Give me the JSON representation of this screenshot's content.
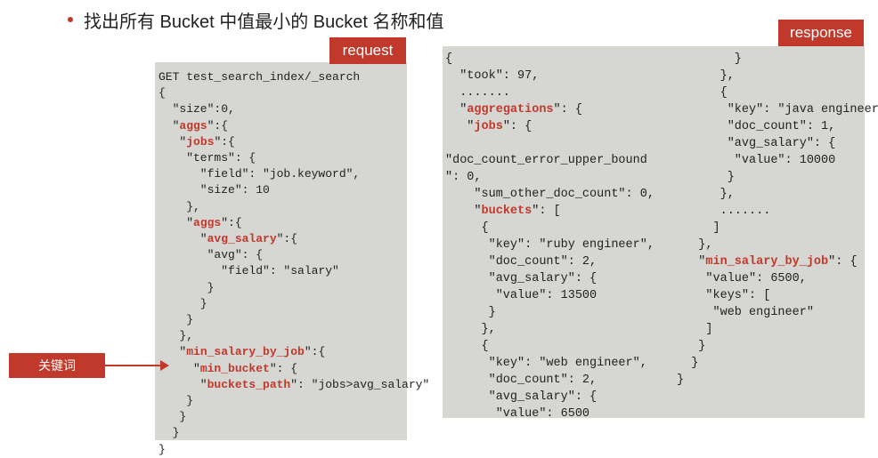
{
  "title": "找出所有 Bucket 中值最小的 Bucket 名称和值",
  "labels": {
    "request": "request",
    "response": "response",
    "keyword": "关键词"
  },
  "request_lines": [
    [
      {
        "t": "GET test_search_index/_search"
      }
    ],
    [
      {
        "t": "{"
      }
    ],
    [
      {
        "t": "  \"size\":0,"
      }
    ],
    [
      {
        "t": "  \""
      },
      {
        "t": "aggs",
        "k": true
      },
      {
        "t": "\":{"
      }
    ],
    [
      {
        "t": "   \""
      },
      {
        "t": "jobs",
        "k": true
      },
      {
        "t": "\":{"
      }
    ],
    [
      {
        "t": "    \"terms\": {"
      }
    ],
    [
      {
        "t": "      \"field\": \"job.keyword\","
      }
    ],
    [
      {
        "t": "      \"size\": 10"
      }
    ],
    [
      {
        "t": "    },"
      }
    ],
    [
      {
        "t": "    \""
      },
      {
        "t": "aggs",
        "k": true
      },
      {
        "t": "\":{"
      }
    ],
    [
      {
        "t": "      \""
      },
      {
        "t": "avg_salary",
        "k": true
      },
      {
        "t": "\":{"
      }
    ],
    [
      {
        "t": "       \"avg\": {"
      }
    ],
    [
      {
        "t": "         \"field\": \"salary\""
      }
    ],
    [
      {
        "t": "       }"
      }
    ],
    [
      {
        "t": "      }"
      }
    ],
    [
      {
        "t": "    }"
      }
    ],
    [
      {
        "t": "   },"
      }
    ],
    [
      {
        "t": "   \""
      },
      {
        "t": "min_salary_by_job",
        "k": true
      },
      {
        "t": "\":{"
      }
    ],
    [
      {
        "t": "     \""
      },
      {
        "t": "min_bucket",
        "k": true
      },
      {
        "t": "\": {"
      }
    ],
    [
      {
        "t": "      \""
      },
      {
        "t": "buckets_path",
        "k": true
      },
      {
        "t": "\": \"jobs>avg_salary\""
      }
    ],
    [
      {
        "t": "    }"
      }
    ],
    [
      {
        "t": "   }"
      }
    ],
    [
      {
        "t": "  }"
      }
    ],
    [
      {
        "t": "}"
      }
    ]
  ],
  "response_col1": [
    [
      {
        "t": "{"
      }
    ],
    [
      {
        "t": "  \"took\": 97,"
      }
    ],
    [
      {
        "t": "  ......."
      }
    ],
    [
      {
        "t": "  \""
      },
      {
        "t": "aggregations",
        "k": true
      },
      {
        "t": "\": {"
      }
    ],
    [
      {
        "t": "   \""
      },
      {
        "t": "jobs",
        "k": true
      },
      {
        "t": "\": {"
      }
    ],
    [
      {
        "t": ""
      }
    ],
    [
      {
        "t": "\"doc_count_error_upper_bound"
      }
    ],
    [
      {
        "t": "\": 0,"
      }
    ],
    [
      {
        "t": "    \"sum_other_doc_count\": 0,"
      }
    ],
    [
      {
        "t": "    \""
      },
      {
        "t": "buckets",
        "k": true
      },
      {
        "t": "\": ["
      }
    ],
    [
      {
        "t": "     {"
      }
    ],
    [
      {
        "t": "      \"key\": \"ruby engineer\","
      }
    ],
    [
      {
        "t": "      \"doc_count\": 2,"
      }
    ],
    [
      {
        "t": "      \"avg_salary\": {"
      }
    ],
    [
      {
        "t": "       \"value\": 13500"
      }
    ],
    [
      {
        "t": "      }"
      }
    ],
    [
      {
        "t": "     },"
      }
    ],
    [
      {
        "t": "     {"
      }
    ],
    [
      {
        "t": "      \"key\": \"web engineer\","
      }
    ],
    [
      {
        "t": "      \"doc_count\": 2,"
      }
    ],
    [
      {
        "t": "      \"avg_salary\": {"
      }
    ],
    [
      {
        "t": "       \"value\": 6500"
      }
    ]
  ],
  "response_col2": [
    [
      {
        "t": "        }"
      }
    ],
    [
      {
        "t": "      },"
      }
    ],
    [
      {
        "t": "      {"
      }
    ],
    [
      {
        "t": "       \"key\": \"java engineer\","
      }
    ],
    [
      {
        "t": "       \"doc_count\": 1,"
      }
    ],
    [
      {
        "t": "       \"avg_salary\": {"
      }
    ],
    [
      {
        "t": "        \"value\": 10000"
      }
    ],
    [
      {
        "t": "       }"
      }
    ],
    [
      {
        "t": "      },"
      }
    ],
    [
      {
        "t": "      ......."
      }
    ],
    [
      {
        "t": "     ]"
      }
    ],
    [
      {
        "t": "   },"
      }
    ],
    [
      {
        "t": "   \""
      },
      {
        "t": "min_salary_by_job",
        "k": true
      },
      {
        "t": "\": {"
      }
    ],
    [
      {
        "t": "    \"value\": 6500,"
      }
    ],
    [
      {
        "t": "    \"keys\": ["
      }
    ],
    [
      {
        "t": "     \"web engineer\""
      }
    ],
    [
      {
        "t": "    ]"
      }
    ],
    [
      {
        "t": "   }"
      }
    ],
    [
      {
        "t": "  }"
      }
    ],
    [
      {
        "t": "}"
      }
    ]
  ]
}
